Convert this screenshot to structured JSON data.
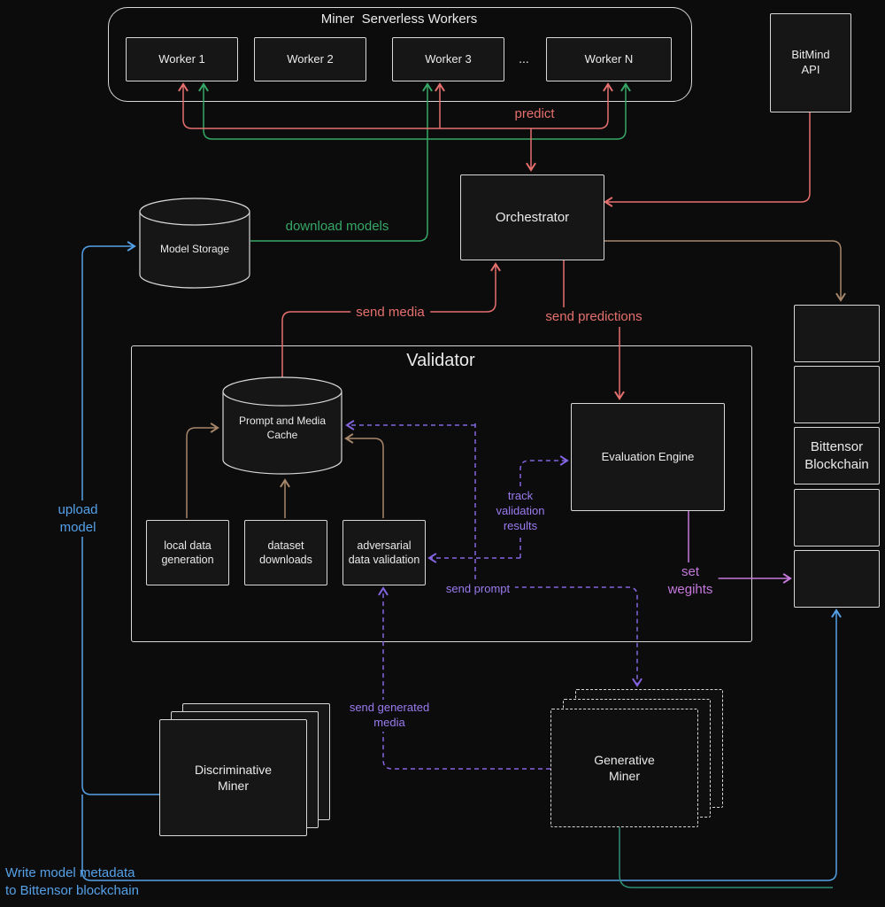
{
  "colors": {
    "background": "#0c0c0c",
    "box_fill": "#161616",
    "box_border": "#d8d8d8",
    "red": "#e5706e",
    "green": "#36a766",
    "blue": "#55a1e8",
    "purple": "#8464e0",
    "purple_text": "#9b7bf0",
    "magenta": "#c678dd",
    "tan": "#a6876b",
    "teal": "#2f8f77",
    "text": "#eaeaea"
  },
  "workers_panel": {
    "title": "Miner  Serverless Workers",
    "workers": [
      "Worker 1",
      "Worker 2",
      "Worker 3",
      "Worker N"
    ],
    "ellipsis": "..."
  },
  "nodes": {
    "bitmind_api": "BitMind\nAPI",
    "orchestrator": "Orchestrator",
    "model_storage": "Model Storage",
    "validator_title": "Validator",
    "prompt_cache": "Prompt and Media\nCache",
    "evaluation_engine": "Evaluation Engine",
    "local_data_generation": "local data\ngeneration",
    "dataset_downloads": "dataset\ndownloads",
    "adversarial_data_validation": "adversarial\ndata validation",
    "bittensor_blockchain": "Bittensor\nBlockchain",
    "discriminative_miner": "Discriminative\nMiner",
    "generative_miner": "Generative\nMiner"
  },
  "edges": {
    "predict": "predict",
    "download_models": "download models",
    "send_media": "send media",
    "send_predictions": "send predictions",
    "upload_model": "upload\nmodel",
    "track_validation_results": "track\nvalidation\nresults",
    "send_prompt": "send prompt",
    "send_generated_media": "send generated\nmedia",
    "set_weights": "set\nwegihts",
    "write_model_metadata": "Write model metadata\nto Bittensor blockchain"
  }
}
